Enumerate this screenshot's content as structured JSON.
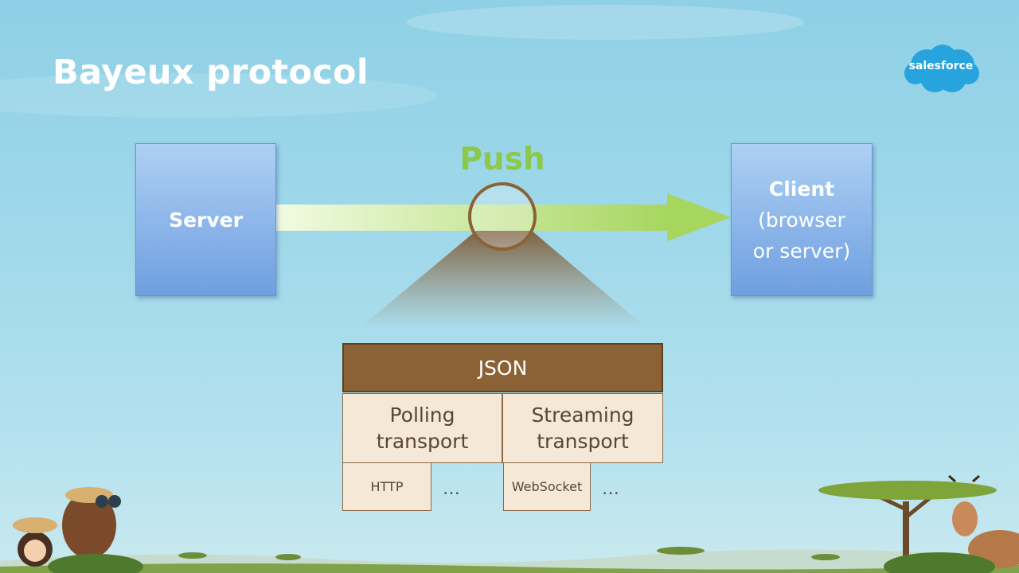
{
  "title": "Bayeux protocol",
  "logo": {
    "text": "salesforce"
  },
  "diagram": {
    "server": "Server",
    "client": {
      "line1": "Client",
      "line2": "(browser",
      "line3": "or server)"
    },
    "push": "Push",
    "json": "JSON",
    "transports": [
      {
        "line1": "Polling",
        "line2": "transport"
      },
      {
        "line1": "Streaming",
        "line2": "transport"
      }
    ],
    "subtransports": [
      {
        "label": "HTTP",
        "more": "…"
      },
      {
        "label": "WebSocket",
        "more": "…"
      }
    ]
  },
  "colors": {
    "push_green": "#8cc84b",
    "json_brown": "#8a6236",
    "box_blue": "#6f9fe0",
    "cell_beige": "#f5e8d7"
  }
}
